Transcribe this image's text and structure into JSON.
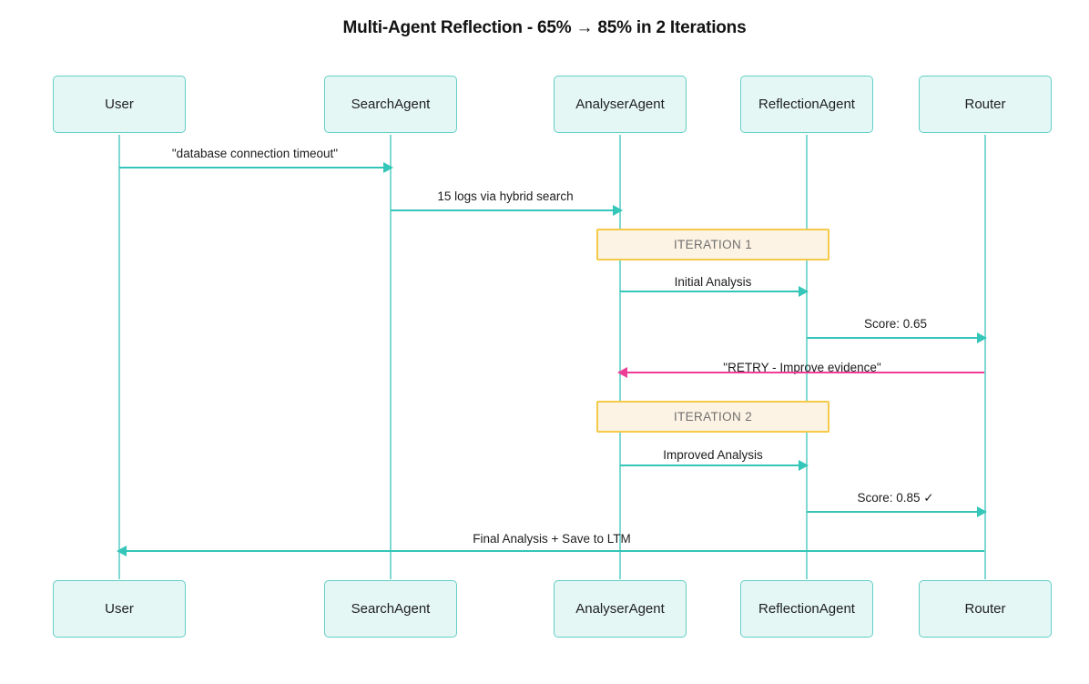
{
  "diagram": {
    "type": "sequence-diagram",
    "title": "Multi-Agent Reflection - 65% → 85% in 2 Iterations",
    "colors": {
      "participant_fill": "#e4f7f5",
      "participant_border": "#63cfc6",
      "lifeline": "#7fd9d2",
      "message": "#34c6b8",
      "retry_message": "#ee3d96",
      "note_fill": "#fdf3e4",
      "note_border": "#f5ca49",
      "note_text": "#6f6f6f"
    }
  },
  "participants": [
    {
      "id": "user",
      "label": "User"
    },
    {
      "id": "search-agent",
      "label": "SearchAgent"
    },
    {
      "id": "analyser-agent",
      "label": "AnalyserAgent"
    },
    {
      "id": "reflection-agent",
      "label": "ReflectionAgent"
    },
    {
      "id": "router",
      "label": "Router"
    }
  ],
  "participants_bottom": [
    {
      "id": "user",
      "label": "User"
    },
    {
      "id": "search-agent",
      "label": "SearchAgent"
    },
    {
      "id": "analyser-agent",
      "label": "AnalyserAgent"
    },
    {
      "id": "reflection-agent",
      "label": "ReflectionAgent"
    },
    {
      "id": "router",
      "label": "Router"
    }
  ],
  "notes": [
    {
      "id": "iteration-1",
      "label": "ITERATION 1"
    },
    {
      "id": "iteration-2",
      "label": "ITERATION 2"
    }
  ],
  "messages": [
    {
      "id": "msg-query",
      "label": "\"database connection timeout\"",
      "from": "User",
      "to": "SearchAgent",
      "direction": "right",
      "kind": "normal"
    },
    {
      "id": "msg-logs",
      "label": "15 logs via hybrid search",
      "from": "SearchAgent",
      "to": "AnalyserAgent",
      "direction": "right",
      "kind": "normal"
    },
    {
      "id": "msg-initial-analysis",
      "label": "Initial Analysis",
      "from": "AnalyserAgent",
      "to": "ReflectionAgent",
      "direction": "right",
      "kind": "normal"
    },
    {
      "id": "msg-score-065",
      "label": "Score: 0.65",
      "from": "ReflectionAgent",
      "to": "Router",
      "direction": "right",
      "kind": "normal"
    },
    {
      "id": "msg-retry",
      "label": "\"RETRY - Improve evidence\"",
      "from": "Router",
      "to": "AnalyserAgent",
      "direction": "left",
      "kind": "retry"
    },
    {
      "id": "msg-improved-analysis",
      "label": "Improved Analysis",
      "from": "AnalyserAgent",
      "to": "ReflectionAgent",
      "direction": "right",
      "kind": "normal"
    },
    {
      "id": "msg-score-085",
      "label": "Score: 0.85 ✓",
      "from": "ReflectionAgent",
      "to": "Router",
      "direction": "right",
      "kind": "normal"
    },
    {
      "id": "msg-final",
      "label": "Final Analysis + Save to LTM",
      "from": "Router",
      "to": "User",
      "direction": "left",
      "kind": "normal"
    }
  ]
}
